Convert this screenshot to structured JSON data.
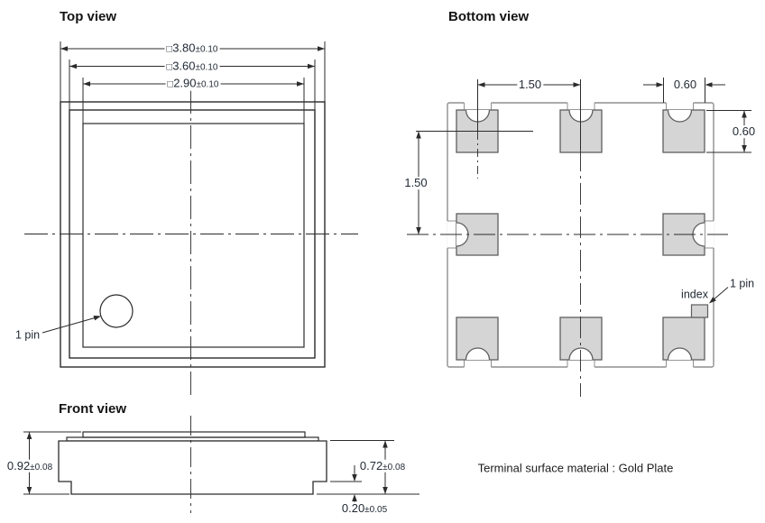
{
  "top_view": {
    "title": "Top view",
    "dim_outer": {
      "prefix": "□",
      "value": "3.80",
      "tol": "±0.10"
    },
    "dim_mid": {
      "prefix": "□",
      "value": "3.60",
      "tol": "±0.10"
    },
    "dim_inner": {
      "prefix": "□",
      "value": "2.90",
      "tol": "±0.10"
    },
    "pin_label": "1 pin"
  },
  "bottom_view": {
    "title": "Bottom view",
    "dim_pad_pitch_horizontal": "1.50",
    "dim_pad_width": "0.60",
    "dim_pad_height": "0.60",
    "dim_pad_pitch_vertical": "1.50",
    "index_label": "index",
    "pin_label": "1 pin"
  },
  "front_view": {
    "title": "Front view",
    "dim_total_height": {
      "value": "0.92",
      "tol": "±0.08"
    },
    "dim_body_height": {
      "value": "0.72",
      "tol": "±0.08"
    },
    "dim_step_height": {
      "value": "0.20",
      "tol": "±0.05"
    }
  },
  "footnote": "Terminal surface material : Gold Plate",
  "colors": {
    "drawing_line": "#2b2b2b",
    "package_outline": "#949494",
    "pad_fill": "#d5d5d5",
    "pad_border": "#5f5f5f",
    "dimension_text": "#222a35"
  }
}
